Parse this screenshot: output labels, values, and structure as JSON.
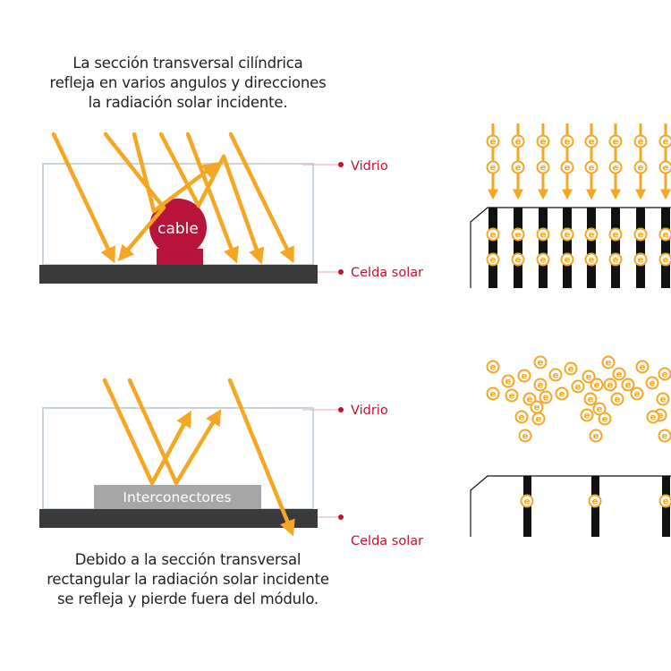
{
  "top_caption": {
    "line1": "La sección transversal cilíndrica",
    "line2": "refleja en varios angulos y direcciones",
    "line3": "la radiación solar  incidente."
  },
  "bottom_caption": {
    "line1": "Debido a la sección transversal",
    "line2": "rectangular la radiación solar incidente",
    "line3": "se refleja y pierde fuera del módulo."
  },
  "top_diagram": {
    "glass_label": "Vidrio",
    "cell_label": "Celda solar",
    "wire_label": "cable"
  },
  "bottom_diagram": {
    "glass_label": "Vidrio",
    "cell_label": "Celda solar",
    "interconnector_label": "Interconectores"
  },
  "electron_symbol": "e",
  "colors": {
    "ray": "#f5a623",
    "ray_dark": "#e8941a",
    "accent_red": "#c8102e",
    "cable": "#b8133a",
    "cell": "#3a3a3a",
    "glass": "#c9d4e0",
    "interconnector": "#a6a6a6",
    "grid_line": "#111111"
  }
}
